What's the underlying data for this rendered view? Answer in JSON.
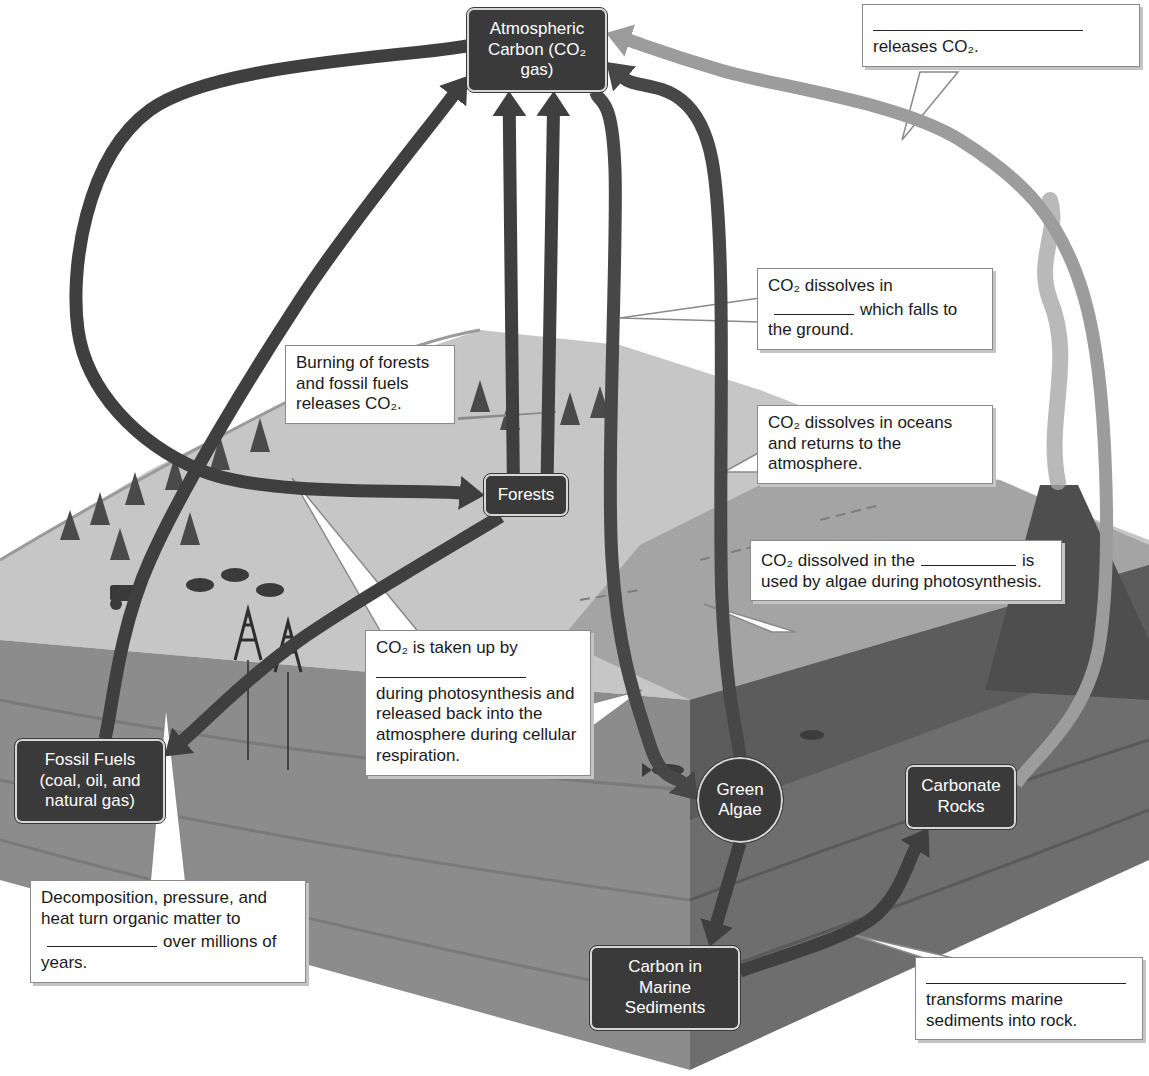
{
  "diagram": {
    "nodes": [
      {
        "text": [
          "Atmospheric Carbon (CO₂ gas)"
        ]
      },
      {
        "text": [
          "releases CO₂."
        ]
      },
      {
        "text": [
          "CO₂ dissolves in",
          "which falls to the ground."
        ]
      },
      {
        "text": [
          "Burning of forests and fossil fuels releases CO₂."
        ]
      },
      {
        "text": [
          "Forests"
        ]
      },
      {
        "text": [
          "CO₂ dissolves in oceans and returns to the atmosphere."
        ]
      },
      {
        "text": [
          "CO₂ dissolved in the",
          "is used by algae during photosynthesis."
        ]
      },
      {
        "text": [
          "CO₂ is taken up by",
          "during photosynthesis and released back into the atmosphere during cellular respiration."
        ]
      },
      {
        "text": [
          "Fossil Fuels (coal, oil, and natural gas)"
        ]
      },
      {
        "text": [
          "Green Algae"
        ]
      },
      {
        "text": [
          "Carbonate Rocks"
        ]
      },
      {
        "text": [
          "Decomposition, pressure, and heat turn organic matter to",
          "over millions of years."
        ]
      },
      {
        "text": [
          "Carbon in Marine Sediments"
        ]
      },
      {
        "text": [
          "transforms marine sediments into rock."
        ]
      }
    ],
    "edges": [
      {
        "from": 4,
        "to": 0,
        "arrow": "to"
      },
      {
        "from": 4,
        "to": 0,
        "arrow": "to"
      },
      {
        "from": 0,
        "to": 4,
        "arrow": "to"
      },
      {
        "from": 8,
        "to": 0,
        "arrow": "to"
      },
      {
        "from": 4,
        "to": 8,
        "arrow": "to"
      },
      {
        "from": 0,
        "to": 9,
        "arrow": "to"
      },
      {
        "from": 9,
        "to": 0,
        "arrow": "to"
      },
      {
        "from": 9,
        "to": 12,
        "arrow": "to"
      },
      {
        "from": 12,
        "to": 10,
        "arrow": "to"
      },
      {
        "from": 10,
        "to": 0,
        "arrow": "to"
      }
    ]
  }
}
